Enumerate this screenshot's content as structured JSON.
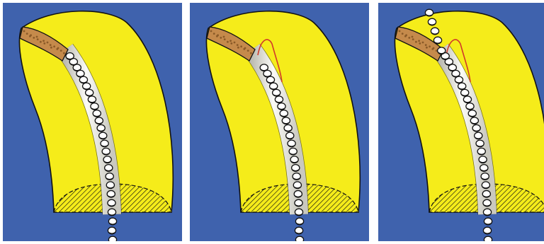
{
  "figure": {
    "panels": [
      {
        "stage": 1,
        "membrane_state": "intact"
      },
      {
        "stage": 2,
        "membrane_state": "penetrated"
      },
      {
        "stage": 3,
        "membrane_state": "fully-crossed"
      }
    ]
  },
  "colors": {
    "background": "#3f62ad",
    "cell": "#f5ec1a",
    "channel": "#e4e3db",
    "cap": "#c58a4b",
    "outline": "#111111",
    "bead": "#ffffff",
    "membrane_edge": "#d13a2a"
  }
}
